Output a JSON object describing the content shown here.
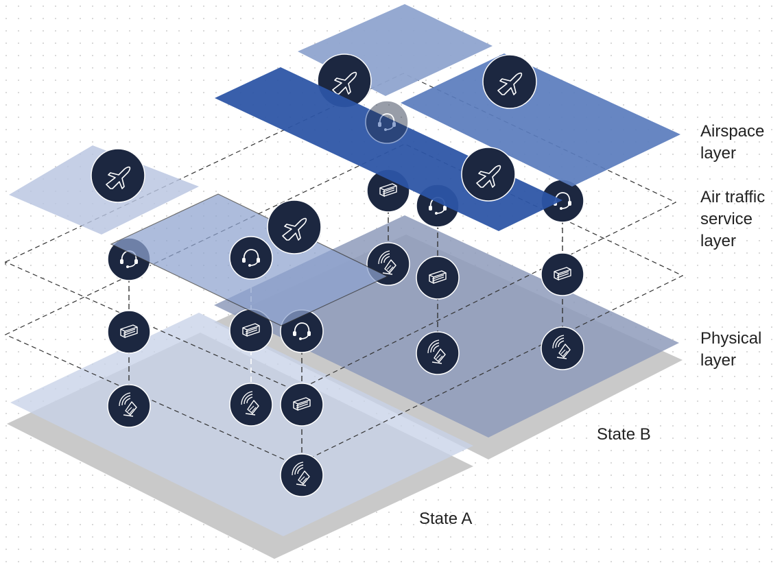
{
  "layer_labels": {
    "airspace": [
      "Airspace",
      "layer"
    ],
    "air_traffic_service": [
      "Air traffic",
      "service",
      "layer"
    ],
    "physical": [
      "Physical",
      "layer"
    ]
  },
  "state_labels": {
    "state_a": "State A",
    "state_b": "State B"
  },
  "colors": {
    "node_fill": "#1c2740",
    "node_stroke": "#ffffff",
    "shadow_plate": "#c9c9c9",
    "state_a_plate": "#b9c3d7",
    "state_b_plate": "#8e9bbb",
    "airspace_band": "#2d55a6",
    "airspace_light": "#8fa4cf",
    "airspace_mid": "#5a7cbd",
    "ats_panel": "#8ea3cf",
    "dashed_line": "#333333"
  },
  "icons": {
    "aircraft": "airplane-icon",
    "controller": "headset-icon",
    "server": "server-rack-icon",
    "antenna": "radar-antenna-icon"
  },
  "nodes": [
    {
      "icon": "airplane-icon",
      "layer": "airspace"
    },
    {
      "icon": "airplane-icon",
      "layer": "airspace"
    },
    {
      "icon": "airplane-icon",
      "layer": "airspace"
    },
    {
      "icon": "airplane-icon",
      "layer": "airspace"
    },
    {
      "icon": "airplane-icon",
      "layer": "airspace"
    },
    {
      "icon": "headset-icon",
      "layer": "air_traffic_service"
    },
    {
      "icon": "headset-icon",
      "layer": "air_traffic_service"
    },
    {
      "icon": "headset-icon",
      "layer": "air_traffic_service"
    },
    {
      "icon": "headset-icon",
      "layer": "air_traffic_service"
    },
    {
      "icon": "headset-icon",
      "layer": "air_traffic_service"
    },
    {
      "icon": "headset-icon",
      "layer": "air_traffic_service"
    },
    {
      "icon": "server-rack-icon",
      "layer": "air_traffic_service"
    },
    {
      "icon": "server-rack-icon",
      "layer": "air_traffic_service"
    },
    {
      "icon": "server-rack-icon",
      "layer": "air_traffic_service"
    },
    {
      "icon": "server-rack-icon",
      "layer": "air_traffic_service"
    },
    {
      "icon": "server-rack-icon",
      "layer": "air_traffic_service"
    },
    {
      "icon": "server-rack-icon",
      "layer": "air_traffic_service"
    },
    {
      "icon": "radar-antenna-icon",
      "layer": "physical"
    },
    {
      "icon": "radar-antenna-icon",
      "layer": "physical"
    },
    {
      "icon": "radar-antenna-icon",
      "layer": "physical"
    },
    {
      "icon": "radar-antenna-icon",
      "layer": "physical"
    },
    {
      "icon": "radar-antenna-icon",
      "layer": "physical"
    },
    {
      "icon": "radar-antenna-icon",
      "layer": "physical"
    }
  ]
}
